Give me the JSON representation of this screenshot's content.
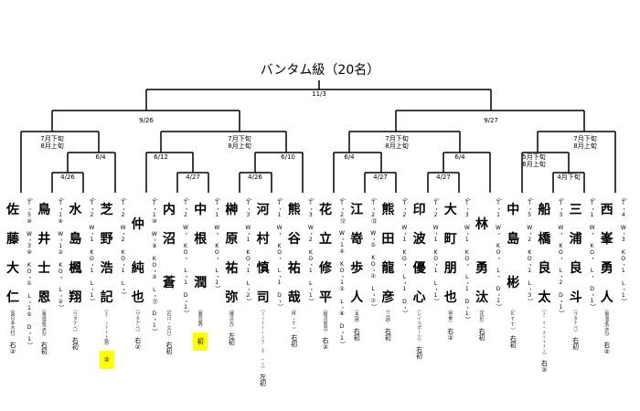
{
  "title": "バンタム級（20名）",
  "dates": {
    "final": "11/3",
    "semi_left": "9/26",
    "semi_right": "9/27",
    "qf1": [
      "7月下旬",
      "8月上旬"
    ],
    "qf2": [
      "7月下旬",
      "8月上旬"
    ],
    "qf3": [
      "7月下旬",
      "8月上旬"
    ],
    "qf4": [
      "5月下旬",
      "6月上旬"
    ],
    "qf5": [
      "7月下旬",
      "8月上旬"
    ],
    "r2_a": "6/4",
    "r2_b": "6/12",
    "r2_c": "6/10",
    "r2_d": "6/4",
    "r2_e": "6/4",
    "r1_a": "4/26",
    "r1_b": "4/27",
    "r1_c": "4/26",
    "r1_d": "4/27",
    "r1_e": "4/27",
    "r1_f": "4月下旬"
  },
  "highlight_color": "#ffff00",
  "players": [
    {
      "surname": "佐藤",
      "given": "大仁",
      "record": "（T・5⑩ W・3⑩ KO・① L・1⑤ D・1）",
      "affiliation": "（東日本木村）",
      "stance": "右②"
    },
    {
      "surname": "鳥井",
      "given": "士恩",
      "record": "（T・1④ W・1② KO・ L・②）",
      "affiliation": "（角海老宝石）",
      "stance": "右初"
    },
    {
      "surname": "水島",
      "given": "楓翔",
      "record": "（T・2 W・1 KO・1 L・1）",
      "affiliation": "（ワタナベ）",
      "stance": "右初"
    },
    {
      "surname": "芝野",
      "given": "浩記",
      "record": "（T・2 W・2 KO・1 L・）",
      "affiliation": "（ﾎﾞﾝﾅｲﾄ塾）",
      "badge": "②"
    },
    {
      "surname": "仲",
      "given": "純也",
      "record": "（T・1⑩ W・⑨ KO・② L・⑪ D・1）",
      "affiliation": "（ワタナベ）",
      "stance": "右②"
    },
    {
      "surname": "内沼",
      "given": "蒼",
      "record": "（T・2 W・ KO・ L・1 D・1）",
      "affiliation": "（石川・立川）",
      "stance": "右初"
    },
    {
      "surname": "中根",
      "given": "潤",
      "record": "（T・1 W・ KO・ L・1）",
      "affiliation": "（鹿島翼）",
      "badge": "初"
    },
    {
      "surname": "榊原",
      "given": "祐弥",
      "record": "（T・3 W・1 KO・1 L・2）",
      "affiliation": "（横浜光）",
      "stance": "左初"
    },
    {
      "surname": "河村",
      "given": "慎司",
      "record": "（T・1 W・ KO・ L・1 D・）",
      "affiliation": "（ﾌｧｲﾃｨﾝｸﾞﾎﾞｰｲ）",
      "stance": "左初"
    },
    {
      "surname": "熊谷",
      "given": "祐哉",
      "record": "（T・3 W・2 KO・1 L・1）",
      "affiliation": "（M・T）",
      "stance": "右初"
    },
    {
      "surname": "花立",
      "given": "修平",
      "record": "（T・2⑫ W・1④ KO・1② L・⑧ D・1）",
      "affiliation": "（駿河男児）",
      "stance": "右②"
    },
    {
      "surname": "江嵜",
      "given": "歩人",
      "record": "（T・2⑬ W・⑤ KO・① L・⑦）",
      "affiliation": "（本望）",
      "stance": "右初"
    },
    {
      "surname": "熊田",
      "given": "龍彦",
      "record": "（T・2 W・1 KO・ L・1 D・）",
      "affiliation": "（三迫）",
      "stance": "右初"
    },
    {
      "surname": "印波",
      "given": "優心",
      "record": "（T・2 W・1 KO・1 L・1）",
      "affiliation": "（レイスポーツ）",
      "stance": "右初"
    },
    {
      "surname": "大町",
      "given": "朋也",
      "record": "（T・3 W・1 KO・ L・1 D・1）",
      "affiliation": "（帝拳）",
      "stance": "右②"
    },
    {
      "surname": "林",
      "given": "勇汰",
      "record": "（T・1 W・ KO・ L・ D・1）",
      "affiliation": "（花形）",
      "stance": "右初"
    },
    {
      "surname": "中島",
      "given": "彬",
      "record": "（T・5 W・2 KO・1 L・3）",
      "affiliation": "（KTT）",
      "stance": "右初"
    },
    {
      "surname": "船橋",
      "given": "良太",
      "record": "（T・3 W・ KO・ L・2 D・1）",
      "affiliation": "（ﾄﾞﾘｰﾑｼｬｲﾝ）",
      "stance": "右②"
    },
    {
      "surname": "三浦",
      "given": "良斗",
      "record": "（T・1 W・ KO・ L・ D・1）",
      "affiliation": "（ワタナベ）",
      "stance": "右初"
    },
    {
      "surname": "西峯",
      "given": "勇人",
      "record": "（T・4 W・3 KO・1 L・1）",
      "affiliation": "（角海老宝石）",
      "stance": "右②"
    }
  ]
}
